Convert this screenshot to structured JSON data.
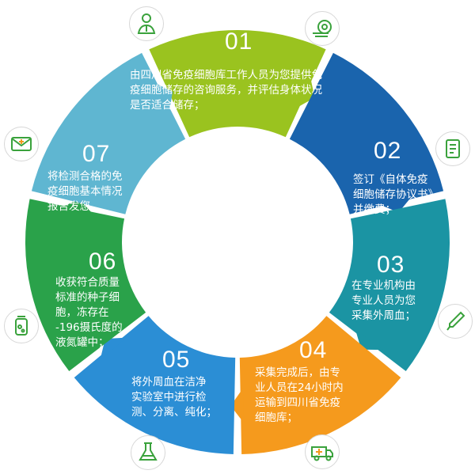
{
  "colors": {
    "s01": "#9ac31f",
    "s02": "#1a64ad",
    "s03": "#1b94a3",
    "s04": "#f59a1d",
    "s05": "#2b8ed5",
    "s06": "#2aa24a",
    "s07": "#5fb6d1",
    "icon": "#3aa23c",
    "icon_accent": "#f29a1d"
  },
  "steps": [
    {
      "num": "01",
      "text": "由四川省免疫细胞库工作人员为您提供免\n疫细胞储存的咨询服务，并评估身体状况\n是否适合储存；"
    },
    {
      "num": "02",
      "text": "签订《自体免疫\n细胞储存协议书》\n并缴费；"
    },
    {
      "num": "03",
      "text": "在专业机构由\n专业人员为您\n采集外周血；"
    },
    {
      "num": "04",
      "text": "采集完成后，由专\n业人员在24小时内\n运输到四川省免疫\n细胞库；"
    },
    {
      "num": "05",
      "text": "将外周血在洁净\n实验室中进行检\n测、分离、纯化；"
    },
    {
      "num": "06",
      "text": "收获符合质量\n标准的种子细\n胞，冻存在\n-196摄氏度的\n液氮罐中；"
    },
    {
      "num": "07",
      "text": "将检测合格的免\n疫细胞基本情况\n报告发您。"
    }
  ],
  "icons": [
    "doctor-icon",
    "scanner-icon",
    "clipboard-icon",
    "dropper-icon",
    "ambulance-icon",
    "flask-icon",
    "vial-icon",
    "mail-icon"
  ]
}
